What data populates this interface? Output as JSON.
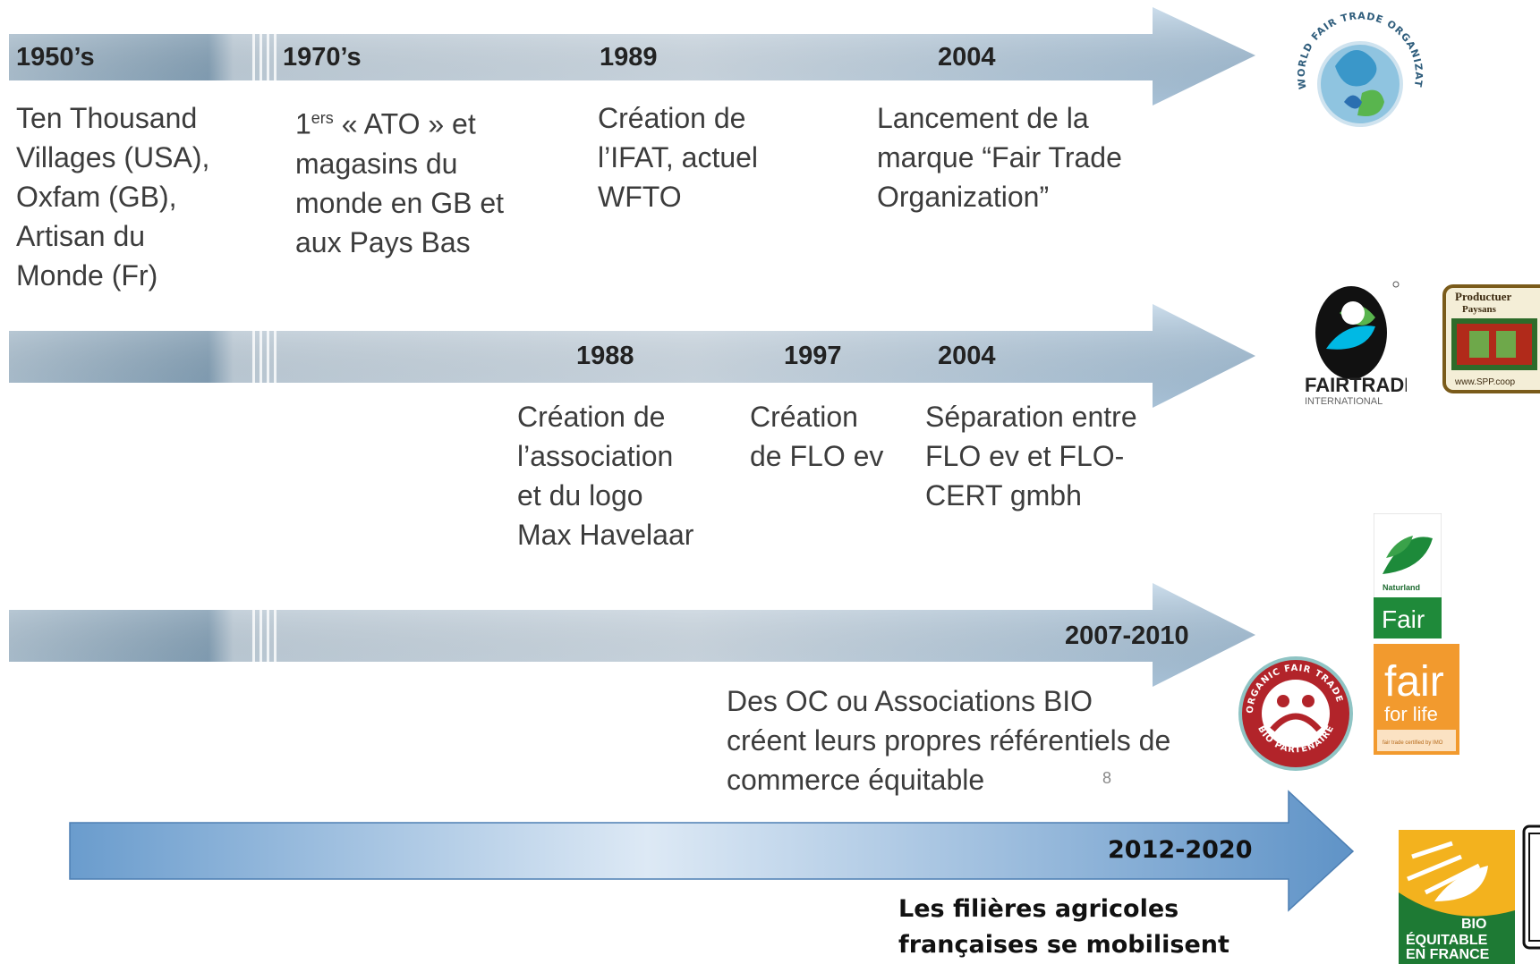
{
  "rows": [
    {
      "years": [
        "1950’s",
        "1970’s",
        "1989",
        "2004"
      ],
      "descs": [
        [
          "Ten Thousand",
          "Villages (USA),",
          "Oxfam (GB),",
          "Artisan du",
          "Monde (Fr)"
        ],
        [
          "« ATO » et",
          "magasins du",
          "monde en GB et",
          "aux Pays Bas"
        ],
        [
          "Création de",
          "l’IFAT, actuel",
          "WFTO"
        ],
        [
          "Lancement de la",
          "marque “Fair Trade",
          "Organization”"
        ]
      ],
      "ato_prefix": "1",
      "ato_sup": "ers"
    },
    {
      "years": [
        "1988",
        "1997",
        "2004"
      ],
      "descs": [
        [
          "Création de",
          "l’association",
          "et du logo",
          "Max Havelaar"
        ],
        [
          "Création",
          "de FLO ev"
        ],
        [
          "Séparation entre",
          "FLO ev et FLO-",
          "CERT gmbh"
        ]
      ]
    },
    {
      "years": [
        "2007-2010"
      ],
      "descs": [
        [
          "Des OC ou Associations BIO",
          "créent leurs propres référentiels de",
          "commerce équitable"
        ]
      ],
      "page_number": "8"
    },
    {
      "years": [
        "2012-2020"
      ],
      "descs": [
        [
          "Les filières agricoles",
          "françaises se mobilisent"
        ]
      ]
    }
  ],
  "logos": {
    "wfto": "WORLD FAIR TRADE ORGANIZATION",
    "fairtrade_name": "FAIRTRADE",
    "fairtrade_sub": "INTERNATIONAL",
    "spp_top": "Productuer",
    "spp_top2": "Paysans",
    "spp_url": "www.SPP.coop",
    "naturland": "Naturland",
    "naturland_fair": "Fair",
    "fairforlife_big": "fair",
    "fairforlife_small": "for life",
    "fairforlife_tiny": "fair trade certified by IMO",
    "organic_fair": "ORGANIC FAIR TRADE",
    "bio_partenaire": "BIO PARTENAIRE",
    "bio_eq_1": "BIO",
    "bio_eq_2": "ÉQUITABLE",
    "bio_eq_3": "EN FRANCE"
  },
  "colors": {
    "arrow_dark": "#9cbcd6",
    "arrow_light": "#e4eef7",
    "last_arrow_dark": "#5d91c6",
    "last_arrow_light": "#dbe8f5"
  }
}
